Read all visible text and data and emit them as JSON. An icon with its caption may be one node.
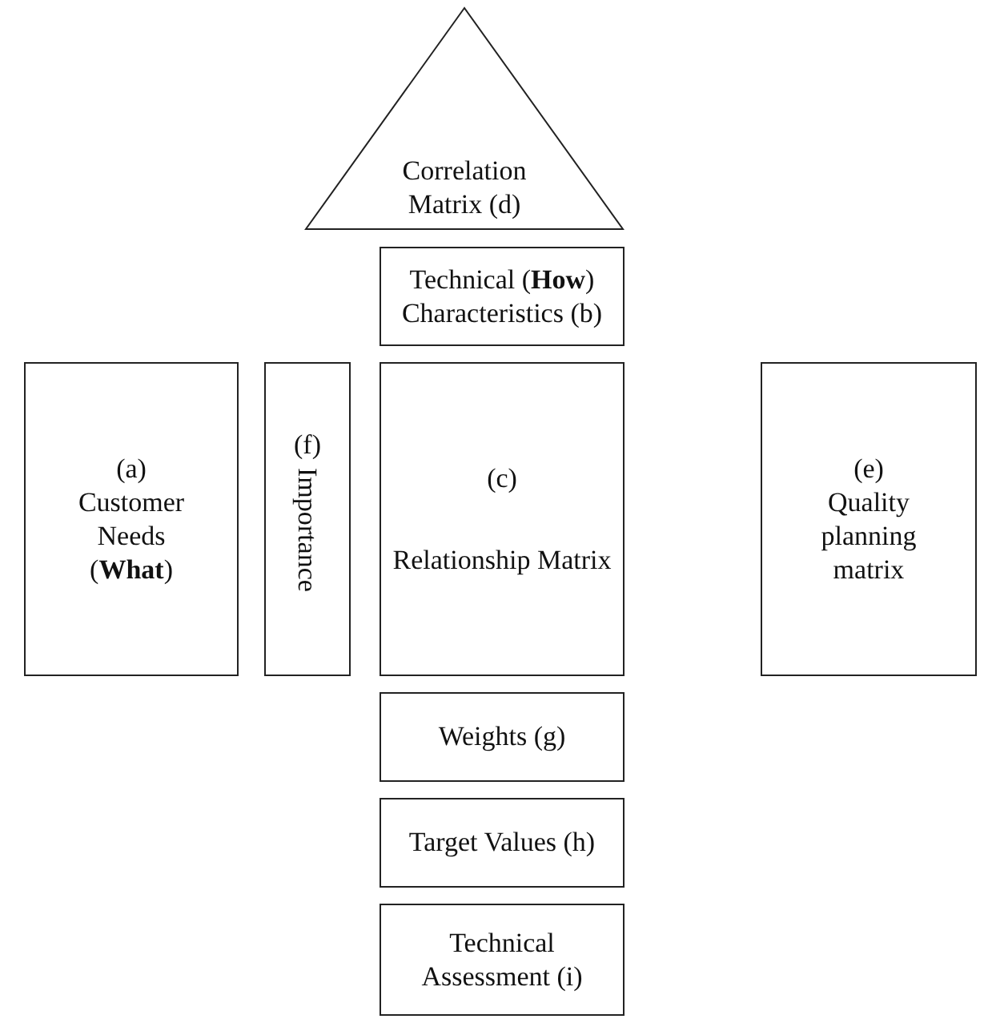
{
  "diagram": {
    "nodes": [
      {
        "text": [
          "Correlation Matrix (d)"
        ]
      },
      {
        "text": [
          "Technical (**How**) Characteristics (b)"
        ]
      },
      {
        "text": [
          "(a)",
          "Customer Needs (**What**)"
        ]
      },
      {
        "text": [
          "(f)",
          "Importance"
        ]
      },
      {
        "text": [
          "(c)",
          "Relationship Matrix"
        ]
      },
      {
        "text": [
          "(e)",
          "Quality planning matrix"
        ]
      },
      {
        "text": [
          "Weights (g)"
        ]
      },
      {
        "text": [
          "Target Values (h)"
        ]
      },
      {
        "text": [
          "Technical Assessment (i)"
        ]
      }
    ]
  }
}
